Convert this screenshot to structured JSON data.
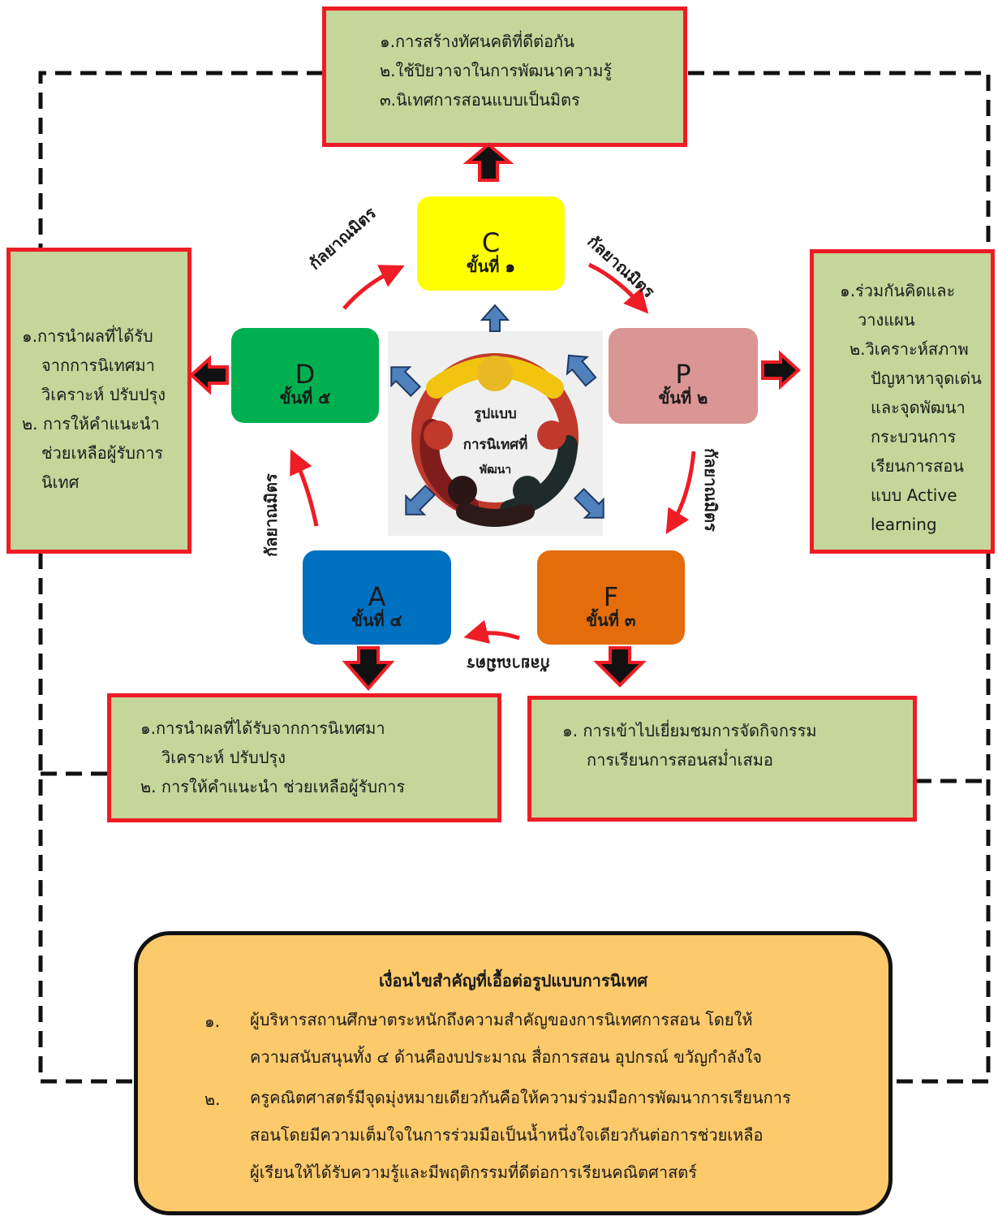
{
  "top_box": {
    "lines": [
      "๑.การสร้างทัศนคติที่ดีต่อกัน",
      "๒.ใช้ปิยวาจาในการพัฒนาความรู้",
      "๓.นิเทศการสอนแบบเป็นมิตร"
    ]
  },
  "left_box": {
    "lines": [
      "๑.การนำผลที่ได้รับ",
      "จากการนิเทศมา",
      "วิเคราะห์ ปรับปรุง",
      "๒. การให้คำแนะนำ",
      "ช่วยเหลือผู้รับการ",
      "นิเทศ"
    ]
  },
  "right_box": {
    "lines": [
      "๑.ร่วมกันคิดและ",
      "วางแผน",
      "๒.วิเคราะห์สภาพ",
      "ปัญหาหาจุดเด่น",
      "และจุดพัฒนา",
      "กระบวนการ",
      "เรียนการสอน",
      "แบบ Active",
      "learning"
    ]
  },
  "bottom_left_box": {
    "lines": [
      "๑.การนำผลที่ได้รับจากการนิเทศมา",
      "วิเคราะห์ ปรับปรุง",
      "๒. การให้คำแนะนำ ช่วยเหลือผู้รับการ"
    ]
  },
  "bottom_right_box": {
    "lines": [
      "๑. การเข้าไปเยี่ยมชมการจัดกิจกรรม",
      "การเรียนการสอนสม่ำเสมอ"
    ]
  },
  "stages": {
    "c": {
      "letter": "C",
      "step": "ขั้นที่ ๑",
      "color": "#ffff00"
    },
    "p": {
      "letter": "P",
      "step": "ขั้นที่ ๒",
      "color": "#da9694"
    },
    "f": {
      "letter": "F",
      "step": "ขั้นที่ ๓",
      "color": "#e46c0a"
    },
    "a": {
      "letter": "A",
      "step": "ขั้นที่ ๔",
      "color": "#0070c0"
    },
    "d": {
      "letter": "D",
      "step": "ขั้นที่ ๕",
      "color": "#00b050"
    }
  },
  "center": {
    "line1": "รูปแบบ",
    "line2": "การนิเทศที่",
    "line3": "พัฒนา"
  },
  "curve_labels": {
    "dc": "กัลยาณมิตร",
    "cp": "กัลยาณมิตร",
    "pf": "กัลยาณมิตร",
    "fa": "กัลยาณมิตร",
    "ad": "กัลยาณมิตร"
  },
  "conditions": {
    "title": "เงื่อนไขสำคัญที่เอื้อต่อรูปแบบการนิเทศ",
    "items": [
      {
        "num": "๑.",
        "lines": [
          "ผู้บริหารสถานศึกษาตระหนักถึงความสำคัญของการนิเทศการสอน โดยให้",
          "ความสนับสนุนทั้ง ๔ ด้านคืองบประมาณ สื่อการสอน อุปกรณ์ ขวัญกำลังใจ"
        ]
      },
      {
        "num": "๒.",
        "lines": [
          "ครูคณิตศาสตร์มีจุดมุ่งหมายเดียวกันคือให้ความร่วมมือการพัฒนาการเรียนการ",
          "สอนโดยมีความเต็มใจในการร่วมมือเป็นน้ำหนึ่งใจเดียวกันต่อการช่วยเหลือ",
          "ผู้เรียนให้ได้รับความรู้และมีพฤติกรรมที่ดีต่อการเรียนคณิตศาสตร์"
        ]
      }
    ]
  },
  "colors": {
    "box_fill": "#c5d69b",
    "box_border": "#ee1c25",
    "conditions_fill": "#fcca6b",
    "small_arrow": "#4f81bd",
    "curve_arrow": "#ee1c25"
  }
}
